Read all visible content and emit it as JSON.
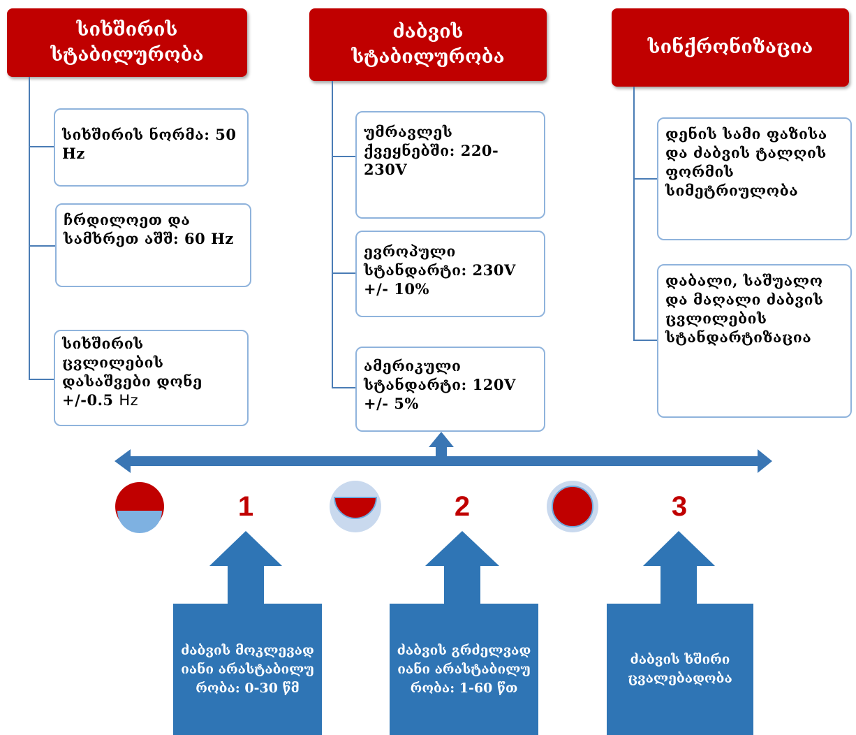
{
  "columns": [
    {
      "header": "სიხშირის სტაბილურობა",
      "cards": [
        {
          "text": "სიხშირის ნორმა: 50 Hz"
        },
        {
          "text": "ჩრდილოეთ და სამხრეთ აშშ: 60 Hz"
        },
        {
          "text": "სიხშირის ცვლილების დასაშვები დონე +/-0.5",
          "suffix": "Hz"
        }
      ]
    },
    {
      "header": "ძაბვის სტაბილურობა",
      "cards": [
        {
          "text": "უმრავლეს ქვეყნებში: 220-230V"
        },
        {
          "text": "ევროპული სტანდარტი: 230V +/- 10%"
        },
        {
          "text": "ამერიკული სტანდარტი: 120V +/- 5%"
        }
      ]
    },
    {
      "header": "სინქრონიზაცია",
      "cards": [
        {
          "text": "დენის სამი ფაზისა და ძაბვის ტალღის ფორმის სიმეტრიულობა"
        },
        {
          "text": "დაბალი, საშუალო და მაღალი ძაბვის ცვლილების სტანდარტიზაცია"
        }
      ]
    }
  ],
  "timeline": {
    "numbers": [
      "1",
      "2",
      "3"
    ],
    "level_indicators": [
      {
        "name": "half-filled",
        "fill_fraction": 0.5
      },
      {
        "name": "mostly-filled",
        "fill_fraction": 0.65
      },
      {
        "name": "full",
        "fill_fraction": 1.0
      }
    ]
  },
  "bottom_boxes": [
    {
      "text": "ძაბვის მოკლევადიანი არასტაბილურობა: 0-30 წმ"
    },
    {
      "text": "ძაბვის გრძელვადიანი არასტაბილურობა: 1-60 წთ"
    },
    {
      "text": "ძაბვის ხშირი ცვალებადობა"
    }
  ],
  "colors": {
    "header_red": "#c00000",
    "timeline_blue": "#3a76b4",
    "box_blue": "#2f75b5",
    "card_border": "#8fb3dc",
    "indicator_light_blue": "#6fa8dc",
    "indicator_halo": "#c9d9ee"
  }
}
